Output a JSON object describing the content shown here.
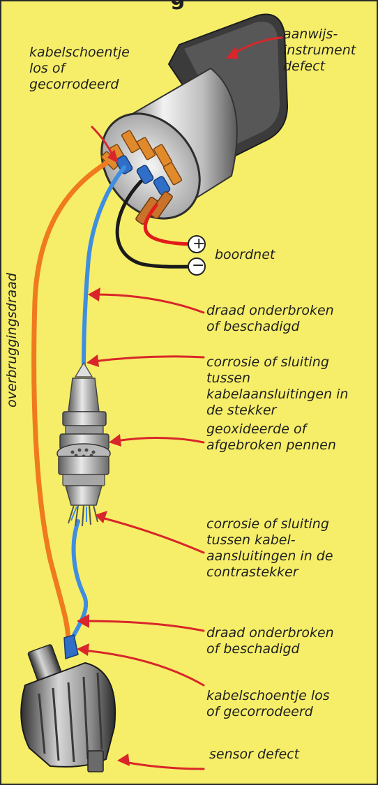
{
  "title_fragment": "g",
  "labels": {
    "cable_lug_top": "kabelschoentje\nlos of\ngecorrodeerd",
    "gauge_defect": "aanwijs-\ninstrument\ndefect",
    "onboard_power": "boordnet",
    "plus_symbol": "+",
    "minus_symbol": "−",
    "wire_broken_1": "draad onderbroken\nof beschadigd",
    "corrosion_plug": "corrosie of sluiting\ntussen kabelaansluitingen in de stekker",
    "pins_oxidized": "geoxideerde of\nafgebroken pennen",
    "corrosion_counterplug": "corrosie of sluiting\ntussen kabel-\naansluitingen in de\ncontrastekker",
    "wire_broken_2": "draad onderbroken\nof beschadigd",
    "cable_lug_bottom": "kabelschoentje los\nof gecorrodeerd",
    "sensor_defect": "sensor defect",
    "bridge_wire": "overbruggingsdraad"
  },
  "colors": {
    "background": "#f6ee68",
    "arrow": "#d8262a",
    "wire_blue": "#3f8ee0",
    "wire_orange": "#f07a1e",
    "wire_red": "#e21b1b",
    "wire_black": "#1a1a1a"
  }
}
